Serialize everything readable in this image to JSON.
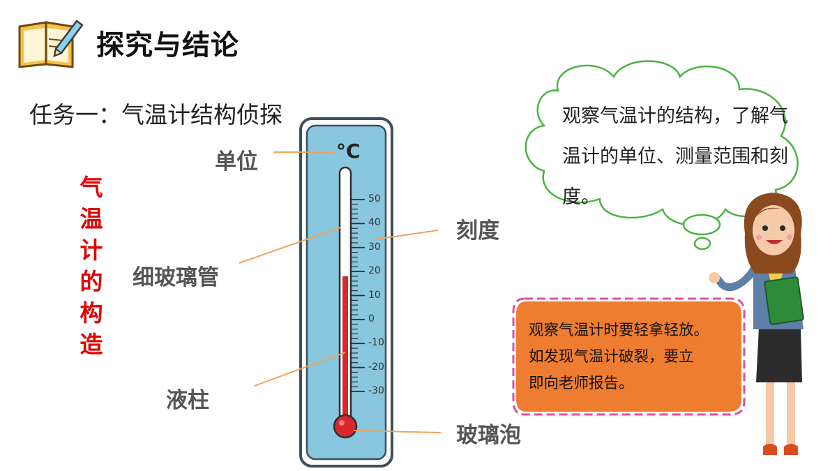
{
  "header": {
    "title": "探究与结论",
    "icon": "notebook-pencil-icon"
  },
  "task": {
    "title": "任务一：气温计结构侦探"
  },
  "vertical_title": [
    "气",
    "温",
    "计",
    "的",
    "构",
    "造"
  ],
  "thermometer": {
    "unit_symbol": "°C",
    "scale": [
      50,
      40,
      30,
      20,
      10,
      0,
      -10,
      -20,
      -30
    ],
    "scale_labels": [
      "50",
      "40",
      "30",
      "20",
      "10",
      "0",
      "-10",
      "-20",
      "-30"
    ],
    "liquid_level_celsius": 18,
    "colors": {
      "frame": "#88c7dd",
      "frame_border": "#3d4f5c",
      "liquid": "#d9272e"
    }
  },
  "labels": {
    "unit": "单位",
    "tube": "细玻璃管",
    "column": "液柱",
    "scale": "刻度",
    "bulb": "玻璃泡"
  },
  "cloud": {
    "text": "观察气温计的结构，了解气温计的单位、测量范围和刻度。"
  },
  "note": {
    "lines": [
      "观察气温计时要轻拿轻放。",
      "如发现气温计破裂，要立",
      "即向老师报告。"
    ],
    "colors": {
      "fill": "#ee7d31",
      "border": "#e54d9c"
    }
  },
  "character": {
    "icon": "teacher-with-book-icon"
  }
}
